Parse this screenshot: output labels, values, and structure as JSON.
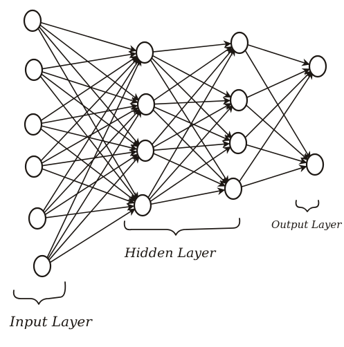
{
  "layers": [
    {
      "id": "input",
      "label": "Input Layer",
      "nodes": 6
    },
    {
      "id": "hidden1",
      "label": "",
      "nodes": 4
    },
    {
      "id": "hidden2",
      "label": "",
      "nodes": 4
    },
    {
      "id": "output",
      "label": "Output Layer",
      "nodes": 2
    }
  ],
  "group_labels": {
    "input": "Input Layer",
    "hidden": "Hidden Layer",
    "output": "Output Layer"
  },
  "connectivity": "fully-connected",
  "arrow_direction": "left-to-right",
  "colors": {
    "ink": "#1c1713",
    "background": "#ffffff"
  }
}
